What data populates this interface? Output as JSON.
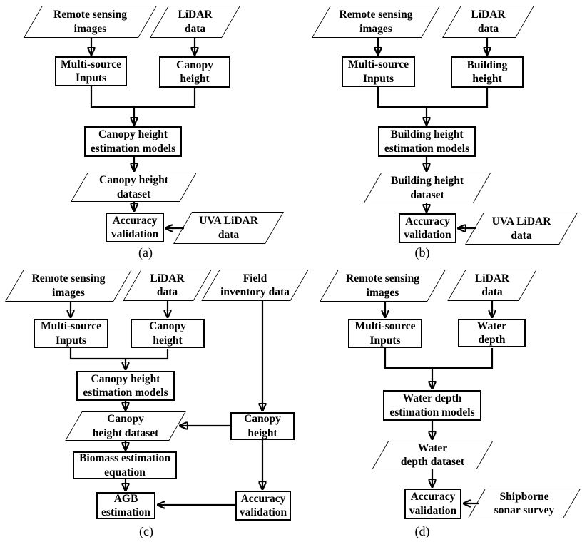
{
  "figure": {
    "colors": {
      "stroke": "#000000",
      "background": "#ffffff"
    },
    "panels": {
      "a": {
        "caption": "(a)",
        "nodes": {
          "remote_sensing_images": {
            "label": "Remote sensing\nimages",
            "shape": "parallelogram"
          },
          "lidar_data": {
            "label": "LiDAR\ndata",
            "shape": "parallelogram"
          },
          "multi_source_inputs": {
            "label": "Multi-source\nInputs",
            "shape": "process"
          },
          "canopy_height": {
            "label": "Canopy\nheight",
            "shape": "process"
          },
          "estimation_models": {
            "label": "Canopy height\nestimation models",
            "shape": "process"
          },
          "dataset": {
            "label": "Canopy height\ndataset",
            "shape": "parallelogram"
          },
          "accuracy_validation": {
            "label": "Accuracy\nvalidation",
            "shape": "process"
          },
          "validation_source": {
            "label": "UVA LiDAR\ndata",
            "shape": "parallelogram"
          }
        },
        "edges": [
          "Remote sensing images -> Multi-source Inputs",
          "LiDAR data -> Canopy height",
          "Multi-source Inputs + Canopy height -> Canopy height estimation models",
          "Canopy height estimation models -> Canopy height dataset",
          "Canopy height dataset -> Accuracy validation",
          "UVA LiDAR data -> Accuracy validation"
        ]
      },
      "b": {
        "caption": "(b)",
        "nodes": {
          "remote_sensing_images": {
            "label": "Remote sensing\nimages",
            "shape": "parallelogram"
          },
          "lidar_data": {
            "label": "LiDAR\ndata",
            "shape": "parallelogram"
          },
          "multi_source_inputs": {
            "label": "Multi-source\nInputs",
            "shape": "process"
          },
          "building_height": {
            "label": "Building\nheight",
            "shape": "process"
          },
          "estimation_models": {
            "label": "Building height\nestimation models",
            "shape": "process"
          },
          "dataset": {
            "label": "Building height\ndataset",
            "shape": "parallelogram"
          },
          "accuracy_validation": {
            "label": "Accuracy\nvalidation",
            "shape": "process"
          },
          "validation_source": {
            "label": "UVA LiDAR\ndata",
            "shape": "parallelogram"
          }
        },
        "edges": [
          "Remote sensing images -> Multi-source Inputs",
          "LiDAR data -> Building height",
          "Multi-source Inputs + Building height -> Building height estimation models",
          "Building height estimation models -> Building height dataset",
          "Building height dataset -> Accuracy validation",
          "UVA LiDAR data -> Accuracy validation"
        ]
      },
      "c": {
        "caption": "(c)",
        "nodes": {
          "remote_sensing_images": {
            "label": "Remote sensing\nimages",
            "shape": "parallelogram"
          },
          "lidar_data": {
            "label": "LiDAR\ndata",
            "shape": "parallelogram"
          },
          "field_inventory_data": {
            "label": "Field\ninventory data",
            "shape": "parallelogram"
          },
          "multi_source_inputs": {
            "label": "Multi-source\nInputs",
            "shape": "process"
          },
          "canopy_height": {
            "label": "Canopy\nheight",
            "shape": "process"
          },
          "estimation_models": {
            "label": "Canopy height\nestimation models",
            "shape": "process"
          },
          "dataset": {
            "label": "Canopy\nheight dataset",
            "shape": "parallelogram"
          },
          "canopy_height_field": {
            "label": "Canopy\nheight",
            "shape": "process"
          },
          "biomass_equation": {
            "label": "Biomass estimation\nequation",
            "shape": "process"
          },
          "agb_estimation": {
            "label": "AGB\nestimation",
            "shape": "process"
          },
          "accuracy_validation": {
            "label": "Accuracy\nvalidation",
            "shape": "process"
          }
        },
        "edges": [
          "Remote sensing images -> Multi-source Inputs",
          "LiDAR data -> Canopy height",
          "Multi-source Inputs + Canopy height -> Canopy height estimation models",
          "Canopy height estimation models -> Canopy height dataset",
          "Field inventory data -> Canopy height (field)",
          "Canopy height (field) -> Canopy height dataset",
          "Canopy height dataset -> Biomass estimation equation",
          "Biomass estimation equation -> AGB estimation",
          "Canopy height (field) -> Accuracy validation",
          "Accuracy validation -> AGB estimation"
        ]
      },
      "d": {
        "caption": "(d)",
        "nodes": {
          "remote_sensing_images": {
            "label": "Remote sensing\nimages",
            "shape": "parallelogram"
          },
          "lidar_data": {
            "label": "LiDAR\ndata",
            "shape": "parallelogram"
          },
          "multi_source_inputs": {
            "label": "Multi-source\nInputs",
            "shape": "process"
          },
          "water_depth": {
            "label": "Water\ndepth",
            "shape": "process"
          },
          "estimation_models": {
            "label": "Water depth\nestimation models",
            "shape": "process"
          },
          "dataset": {
            "label": "Water\ndepth dataset",
            "shape": "parallelogram"
          },
          "accuracy_validation": {
            "label": "Accuracy\nvalidation",
            "shape": "process"
          },
          "validation_source": {
            "label": "Shipborne\nsonar survey",
            "shape": "parallelogram"
          }
        },
        "edges": [
          "Remote sensing images -> Multi-source Inputs",
          "LiDAR data -> Water depth",
          "Multi-source Inputs + Water depth -> Water depth estimation models",
          "Water depth estimation models -> Water depth dataset",
          "Water depth dataset -> Accuracy validation",
          "Shipborne sonar survey -> Accuracy validation"
        ]
      }
    }
  }
}
